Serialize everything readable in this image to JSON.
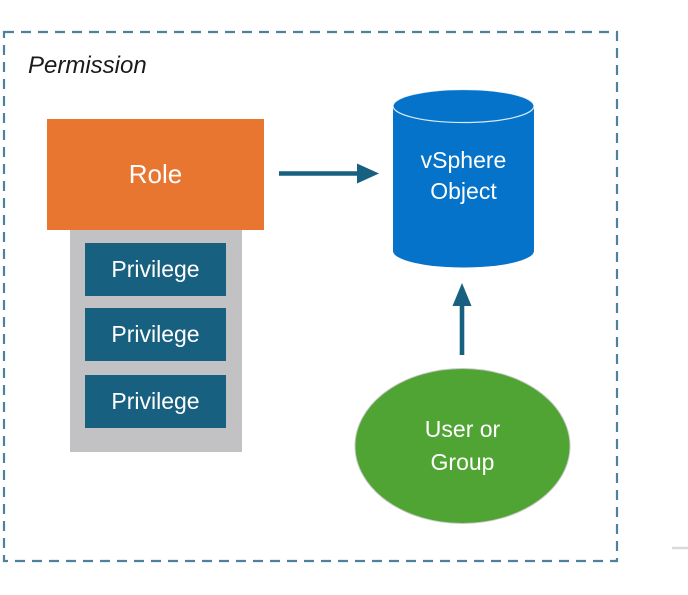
{
  "figure": {
    "container_label": "Permission",
    "role": {
      "label": "Role"
    },
    "privileges": [
      {
        "label": "Privilege"
      },
      {
        "label": "Privilege"
      },
      {
        "label": "Privilege"
      }
    ],
    "vsphere_object": {
      "label": "vSphere\nObject"
    },
    "user_or_group": {
      "label": "User or\nGroup"
    },
    "colors": {
      "role_fill": "#E87631",
      "privilege_fill": "#176080",
      "privilege_tray_fill": "#C2C2C4",
      "vsphere_object_fill": "#0473C9",
      "user_group_fill": "#50A433",
      "arrow_stroke": "#176080",
      "boundary_dash_stroke": "#4E819B",
      "permission_text": "#1A1A1A",
      "shape_text": "#FFFFFF",
      "rule_fragment": "#D9D9D9"
    }
  }
}
